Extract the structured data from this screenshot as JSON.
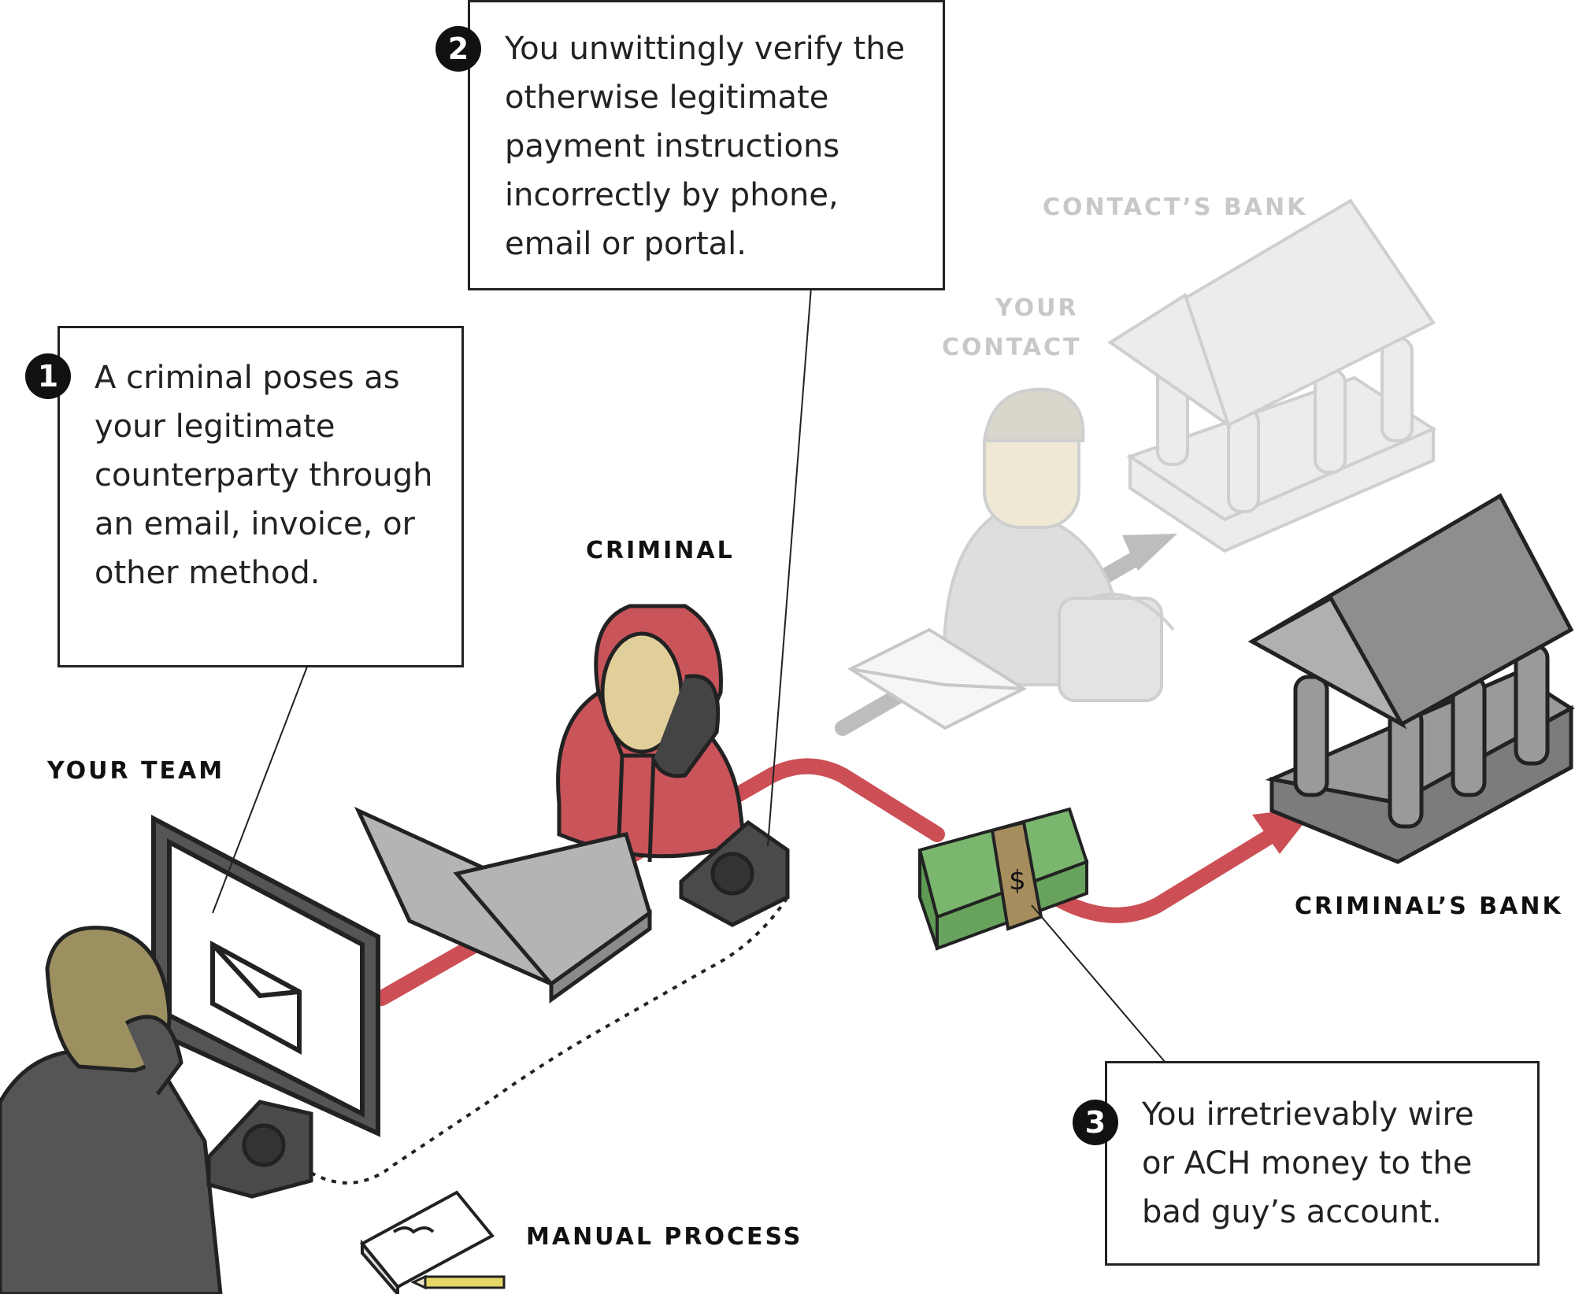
{
  "steps": [
    {
      "number": "1",
      "text": "A criminal poses as your legitimate counterparty through an email, invoice, or other method."
    },
    {
      "number": "2",
      "text": "You unwittingly verify the otherwise legitimate payment instructions incorrectly by phone, email or portal."
    },
    {
      "number": "3",
      "text": "You irretrievably wire or ACH money to the bad guy’s account."
    }
  ],
  "labels": {
    "your_team": "YOUR TEAM",
    "criminal": "CRIMINAL",
    "manual_process": "MANUAL PROCESS",
    "contacts_bank": "CONTACT’S BANK",
    "your_contact_line1": "YOUR",
    "your_contact_line2": "CONTACT",
    "criminals_bank": "CRIMINAL’S BANK"
  },
  "money_symbol": "$",
  "colors": {
    "criminal_path": "#cc4f55",
    "legit_path_faded": "#bdbdbd",
    "hoodie": "#c9545a",
    "face": "#e1cf9a",
    "cash": "#75b06a",
    "bank_dark": "#8a8a8a",
    "bank_faded": "#e3e3e3"
  }
}
